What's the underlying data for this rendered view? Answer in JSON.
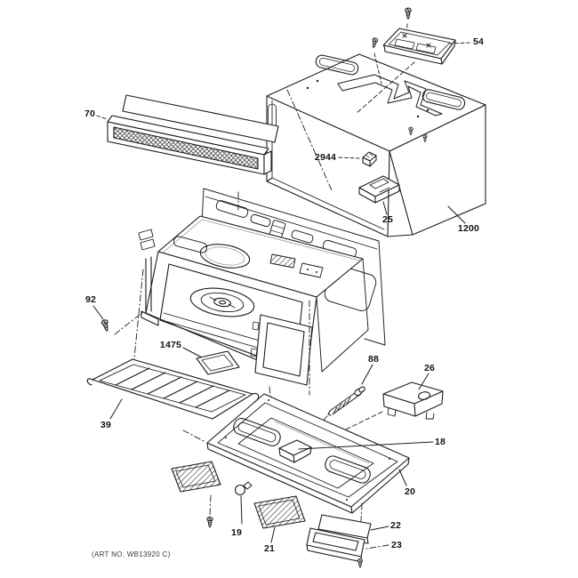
{
  "diagram": {
    "description": "Exploded parts diagram of an over-the-range microwave oven (wrapper, grille, cavity, base plate and hardware)",
    "art_no": "(ART NO. WB13920 C)",
    "background_color": "#ffffff",
    "line_color": "#1c1c1c",
    "label_color": "#111111"
  },
  "callouts": [
    {
      "label": "54"
    },
    {
      "label": "70"
    },
    {
      "label": "2944"
    },
    {
      "label": "25"
    },
    {
      "label": "1200"
    },
    {
      "label": "92"
    },
    {
      "label": "1475"
    },
    {
      "label": "88"
    },
    {
      "label": "26"
    },
    {
      "label": "39"
    },
    {
      "label": "18"
    },
    {
      "label": "20"
    },
    {
      "label": "19"
    },
    {
      "label": "21"
    },
    {
      "label": "22"
    },
    {
      "label": "23"
    }
  ]
}
